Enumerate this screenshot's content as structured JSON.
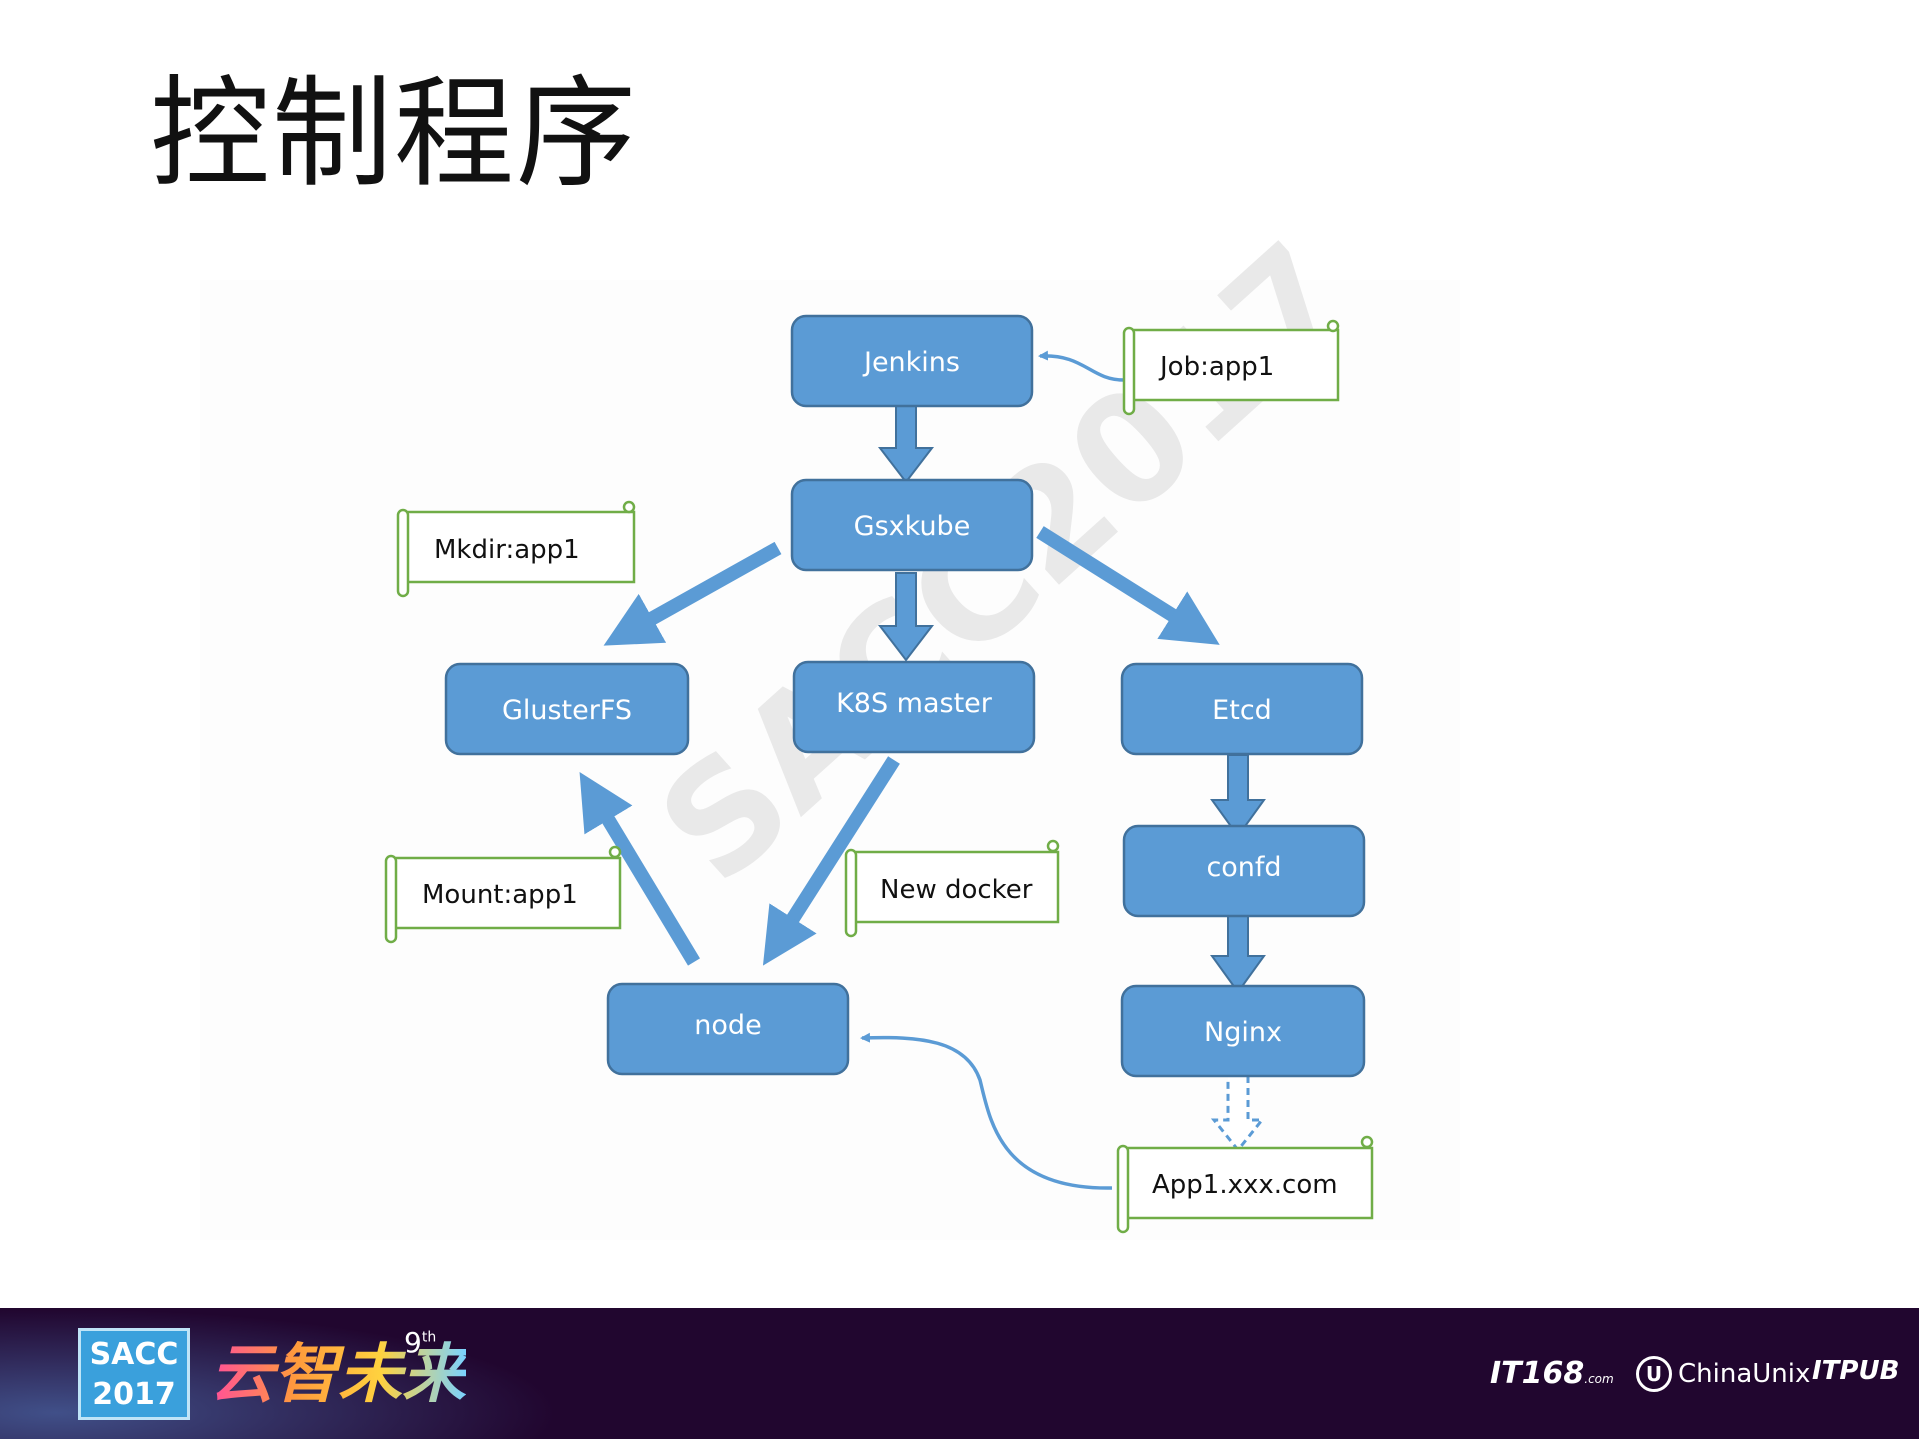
{
  "title": "控制程序",
  "nodes": {
    "jenkins": "Jenkins",
    "gsxkube": "Gsxkube",
    "glusterfs": "GlusterFS",
    "k8s_master": "K8S master",
    "etcd": "Etcd",
    "confd": "confd",
    "nginx": "Nginx",
    "node": "node"
  },
  "notes": {
    "job": "Job:app1",
    "mkdir": "Mkdir:app1",
    "mount": "Mount:app1",
    "new_docker": "New docker",
    "app_domain": "App1.xxx.com"
  },
  "watermark": "SACC2017",
  "footer": {
    "badge_line1": "SACC",
    "badge_line2": "2017",
    "slogan": "云智未来",
    "edition_number": "9",
    "edition_suffix": "th",
    "partner_it168": "IT168",
    "partner_it168_suffix": ".com",
    "partner_chinaunix": "ChinaUnix",
    "partner_itpub": "ITPUB"
  },
  "colors": {
    "node_fill": "#5b9bd5",
    "node_stroke": "#41719c",
    "note_stroke": "#70ad47",
    "footer_bg": "#21062f"
  }
}
